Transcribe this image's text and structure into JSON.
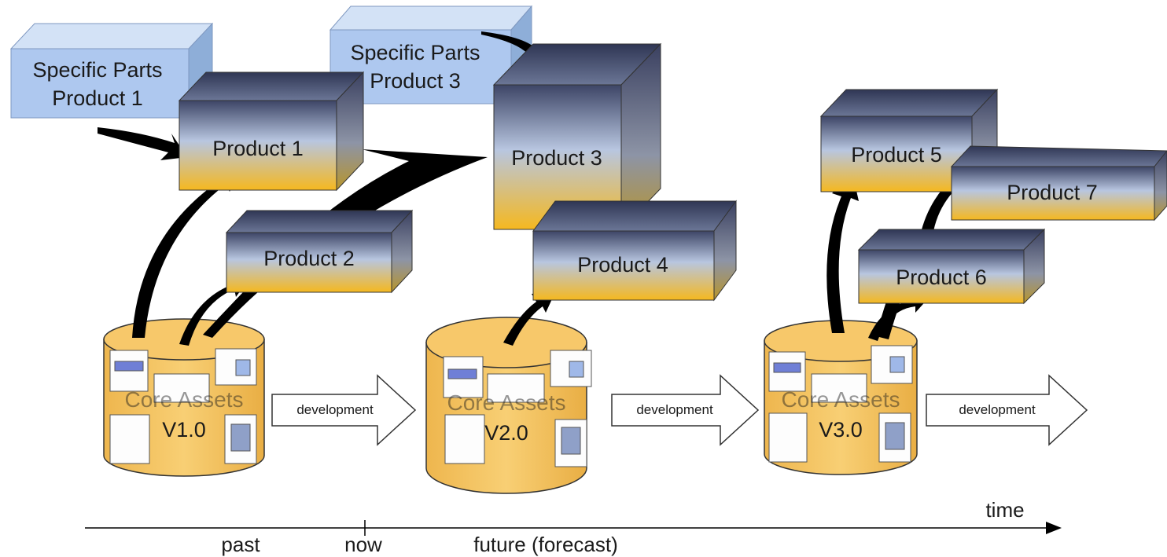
{
  "specific_parts": [
    {
      "line1": "Specific Parts",
      "line2": "Product 1"
    },
    {
      "line1": "Specific Parts",
      "line2": "Product 3"
    }
  ],
  "products": [
    {
      "label": "Product 1"
    },
    {
      "label": "Product 2"
    },
    {
      "label": "Product 3"
    },
    {
      "label": "Product 4"
    },
    {
      "label": "Product 5"
    },
    {
      "label": "Product 6"
    },
    {
      "label": "Product 7"
    }
  ],
  "core_assets": [
    {
      "watermark": "Core Assets",
      "version": "V1.0"
    },
    {
      "watermark": "Core Assets",
      "version": "V2.0"
    },
    {
      "watermark": "Core Assets",
      "version": "V3.0"
    }
  ],
  "development_arrows": [
    {
      "label": "development"
    },
    {
      "label": "development"
    },
    {
      "label": "development"
    }
  ],
  "timeline": {
    "axis_label": "time",
    "past_label": "past",
    "now_label": "now",
    "future_label": "future (forecast)"
  },
  "colors": {
    "product_top": "#3d4566",
    "product_mid": "#b8c6e0",
    "product_bottom": "#f5b81f",
    "specific_parts_fill": "#aec8ef",
    "core_assets_fill": "#f6c463",
    "arrow_fill": "#000000"
  }
}
